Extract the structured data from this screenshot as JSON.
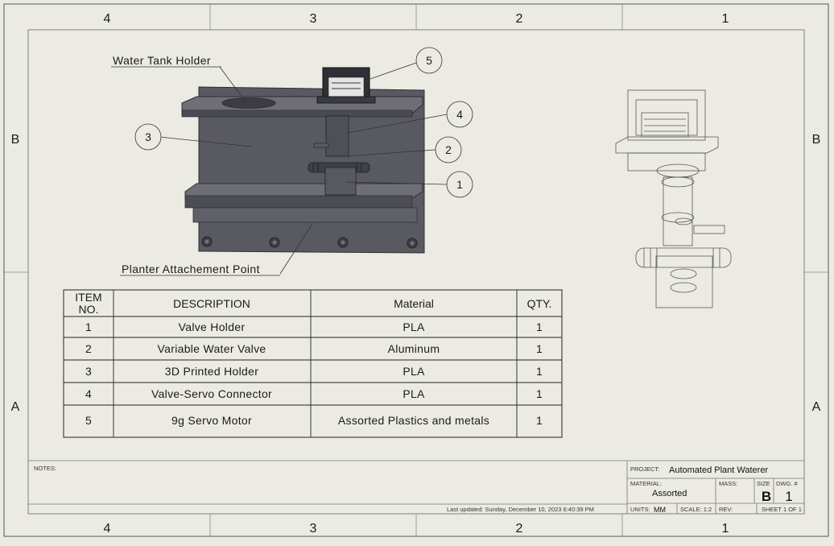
{
  "zones": {
    "columns": [
      "4",
      "3",
      "2",
      "1"
    ],
    "rows": [
      "B",
      "A"
    ]
  },
  "labels": {
    "water_tank_holder": "Water Tank Holder",
    "planter_point": "Planter Attachement Point"
  },
  "callouts": [
    "1",
    "2",
    "3",
    "4",
    "5"
  ],
  "bom": {
    "headers": {
      "item_line1": "ITEM",
      "item_line2": "NO.",
      "description": "DESCRIPTION",
      "material": "Material",
      "qty": "QTY."
    },
    "rows": [
      {
        "item": "1",
        "description": "Valve Holder",
        "material": "PLA",
        "qty": "1"
      },
      {
        "item": "2",
        "description": "Variable Water Valve",
        "material": "Aluminum",
        "qty": "1"
      },
      {
        "item": "3",
        "description": "3D Printed Holder",
        "material": "PLA",
        "qty": "1"
      },
      {
        "item": "4",
        "description": "Valve-Servo Connector",
        "material": "PLA",
        "qty": "1"
      },
      {
        "item": "5",
        "description": "9g Servo Motor",
        "material": "Assorted Plastics and metals",
        "qty": "1"
      }
    ]
  },
  "title_block": {
    "notes_label": "NOTES:",
    "project_label": "PROJECT:",
    "project": "Automated Plant Waterer",
    "material_label": "MATERIAL:",
    "material": "Assorted",
    "mass_label": "MASS:",
    "size_label": "SIZE",
    "size": "B",
    "dwg_label": "DWG. #",
    "dwg": "1",
    "last_updated": "Last updated:  Sunday, December 10, 2023 6:40:39 PM",
    "units_label": "UNITS:",
    "units": "MM",
    "scale": "SCALE: 1:2",
    "rev": "REV:",
    "sheet": "SHEET 1 OF 1"
  },
  "colors": {
    "paper": "#ecebe3",
    "line": "#2a2a2a",
    "part_face": "#595a61",
    "part_top": "#6f7078",
    "part_dark": "#3e3f45"
  }
}
